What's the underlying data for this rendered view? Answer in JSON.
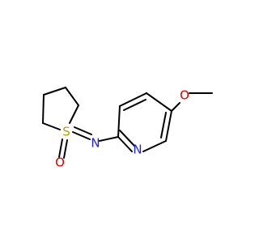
{
  "molecule": {
    "atoms": [
      {
        "id": "S",
        "label": "S",
        "color": "#b8a000"
      },
      {
        "id": "O",
        "label": "O",
        "color": "#e00000"
      },
      {
        "id": "N_imine",
        "label": "N",
        "color": "#2020e0"
      },
      {
        "id": "N_ring",
        "label": "N",
        "color": "#2020e0"
      },
      {
        "id": "O_methoxy",
        "label": "O",
        "color": "#e00000"
      }
    ],
    "bond_color": "#000000"
  }
}
